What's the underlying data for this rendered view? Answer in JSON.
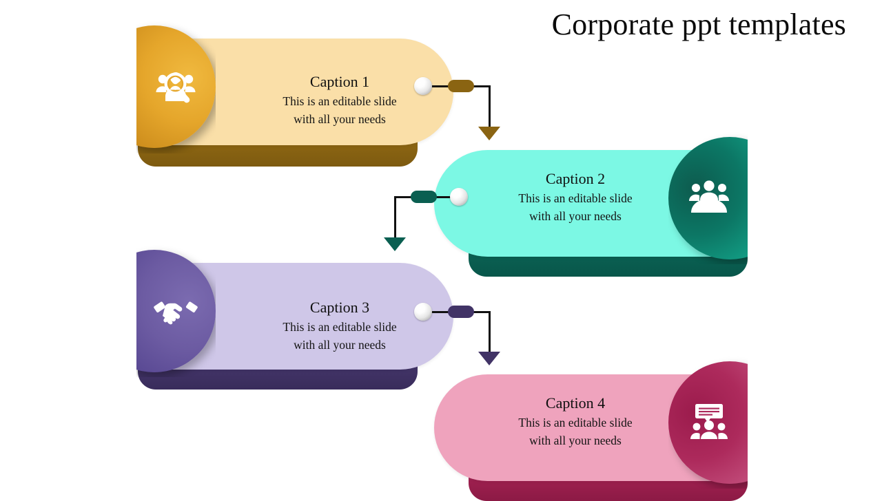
{
  "slide": {
    "title": "Corporate ppt templates",
    "background": "#ffffff"
  },
  "cards": [
    {
      "caption": "Caption 1",
      "description_line1": "This is an editable slide",
      "description_line2": "with all your needs",
      "icon": "people-search-icon",
      "icon_side": "left",
      "body_color": "#fadfa8",
      "accent_color": "#e0a020",
      "accent_dark": "#8a6412",
      "connector_color": "#8a6412"
    },
    {
      "caption": "Caption 2",
      "description_line1": "This is an editable slide",
      "description_line2": "with all your needs",
      "icon": "group-people-icon",
      "icon_side": "right",
      "body_color": "#7cf8e4",
      "accent_color": "#0f9e83",
      "accent_dark": "#0a5f51",
      "connector_color": "#0a5f51"
    },
    {
      "caption": "Caption 3",
      "description_line1": "This is an editable slide",
      "description_line2": "with all your needs",
      "icon": "handshake-icon",
      "icon_side": "left",
      "body_color": "#cfc7e8",
      "accent_color": "#6a5a9c",
      "accent_dark": "#413366",
      "connector_color": "#413366"
    },
    {
      "caption": "Caption 4",
      "description_line1": "This is an editable slide",
      "description_line2": "with all your needs",
      "icon": "presentation-training-icon",
      "icon_side": "right",
      "body_color": "#efa3bd",
      "accent_color": "#bd3268",
      "accent_dark": "#9c1f4e",
      "connector_color": "#9c1f4e"
    }
  ],
  "connectors": [
    {
      "name": "connector-1-to-2",
      "pill_color": "#8a6412",
      "arrow_color": "#8a6412"
    },
    {
      "name": "connector-2-to-3",
      "pill_color": "#0a5f51",
      "arrow_color": "#0a5f51"
    },
    {
      "name": "connector-3-to-4",
      "pill_color": "#413366",
      "arrow_color": "#413366"
    }
  ]
}
